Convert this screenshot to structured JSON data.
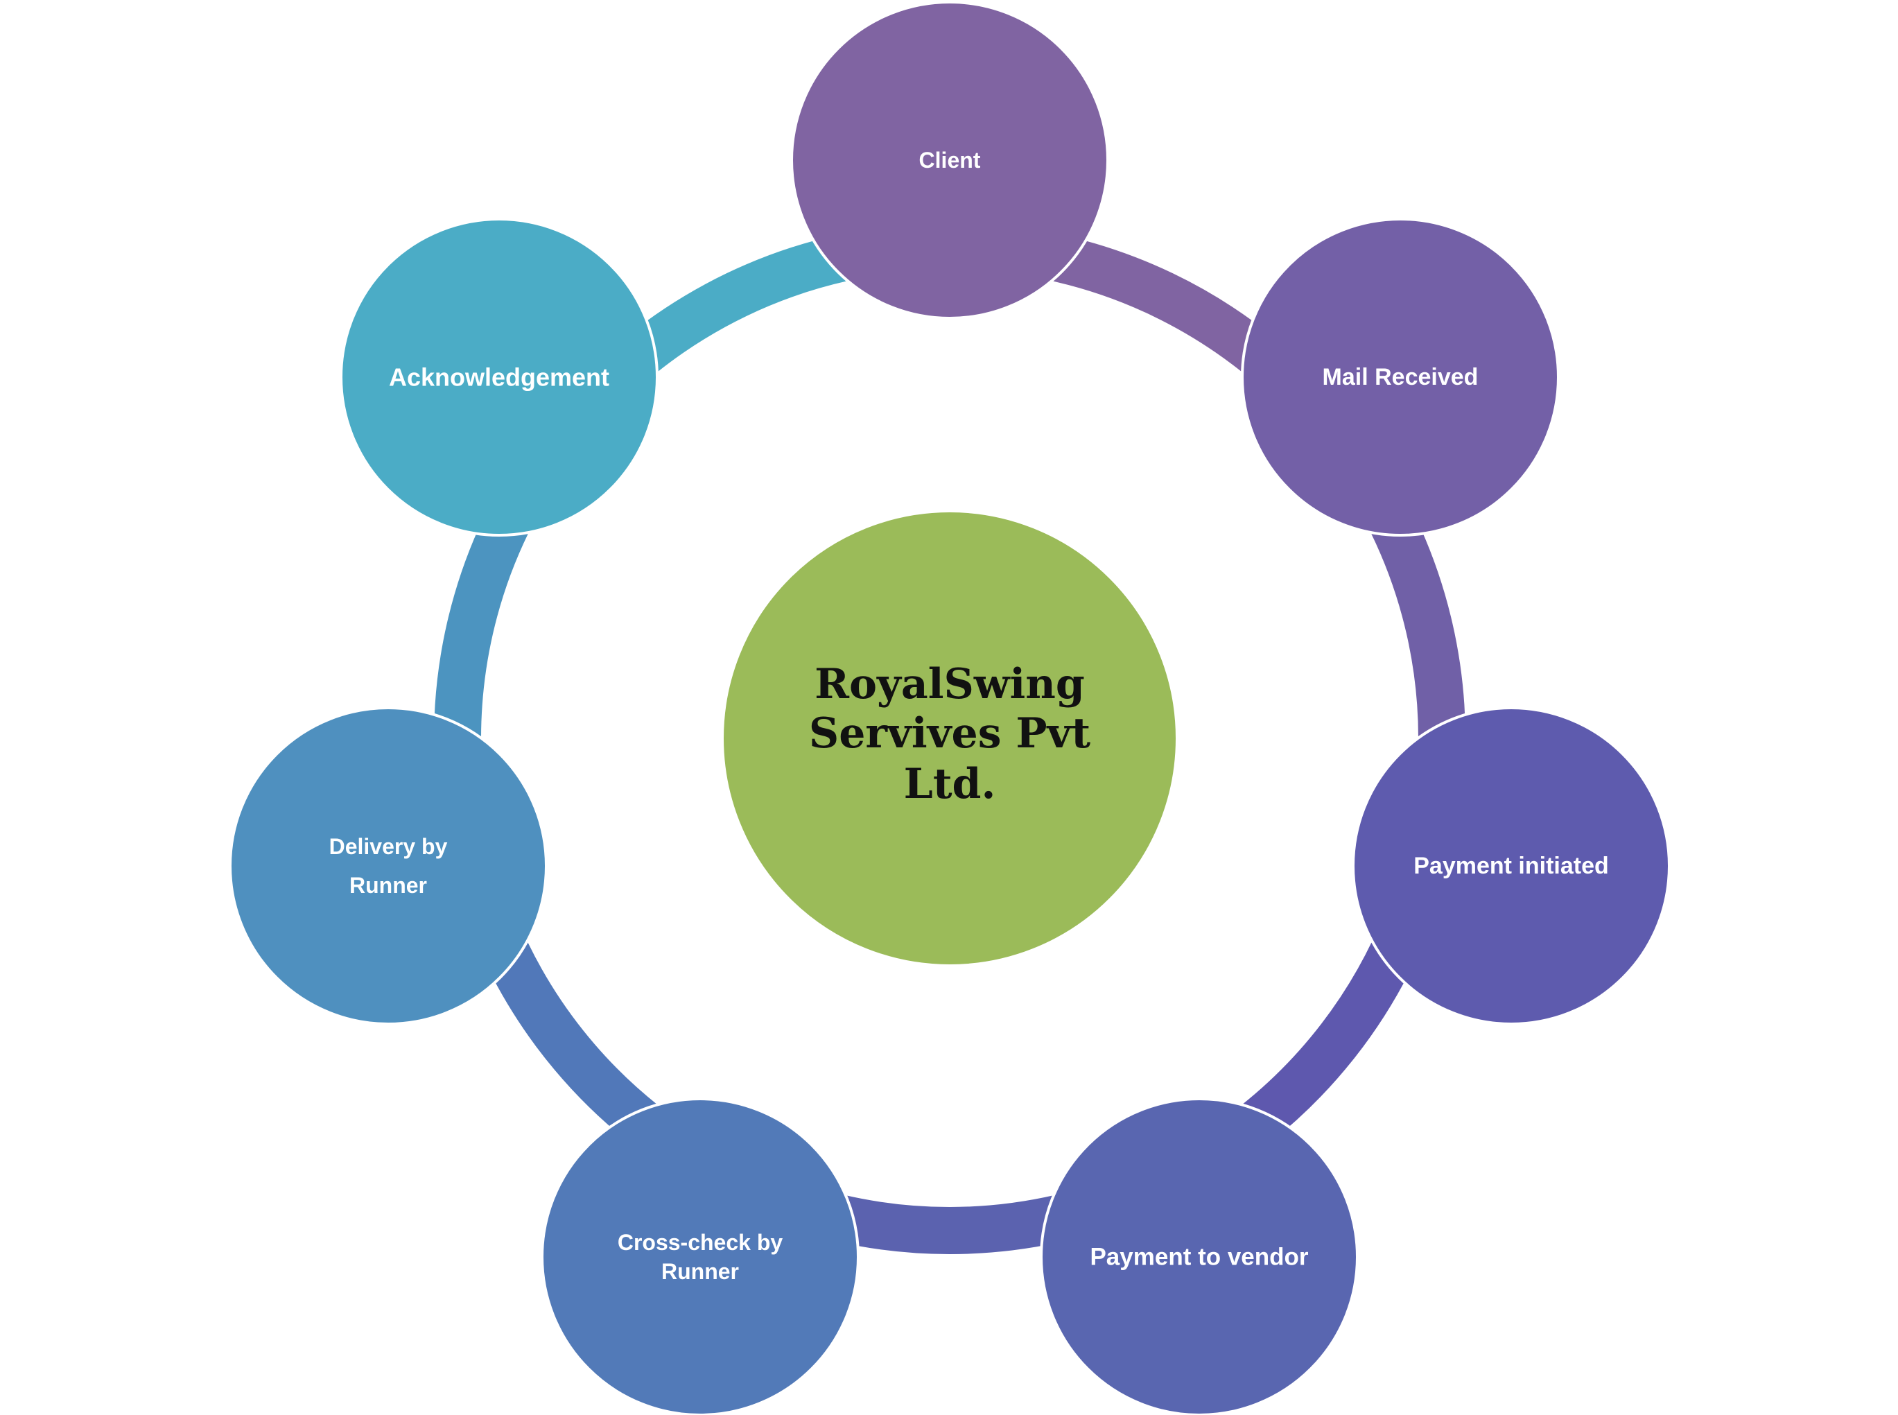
{
  "center": {
    "lines": [
      "RoyalSwing",
      "Servives Pvt",
      "Ltd."
    ],
    "color": "#9BBB59"
  },
  "nodes": [
    {
      "id": "client",
      "lines": [
        "Client"
      ],
      "color": "#8064A2"
    },
    {
      "id": "mail-received",
      "lines": [
        "Mail Received"
      ],
      "color": "#7360A7"
    },
    {
      "id": "payment-initiated",
      "lines": [
        "Payment initiated"
      ],
      "color": "#5E5BAE"
    },
    {
      "id": "payment-to-vendor",
      "lines": [
        "Payment to vendor"
      ],
      "color": "#5966B0"
    },
    {
      "id": "cross-check-by-runner",
      "lines": [
        "Cross-check by",
        "Runner"
      ],
      "color": "#527AB8"
    },
    {
      "id": "delivery-by-runner",
      "lines": [
        "Delivery by",
        "Runner"
      ],
      "color": "#4F90BF"
    },
    {
      "id": "acknowledgement",
      "lines": [
        "Acknowledgement"
      ],
      "color": "#4BACC6"
    }
  ],
  "ring_colors": [
    "#8064A2",
    "#7060A7",
    "#5E58AE",
    "#5B62AF",
    "#5178B9",
    "#4C94C0",
    "#4BACC6"
  ]
}
